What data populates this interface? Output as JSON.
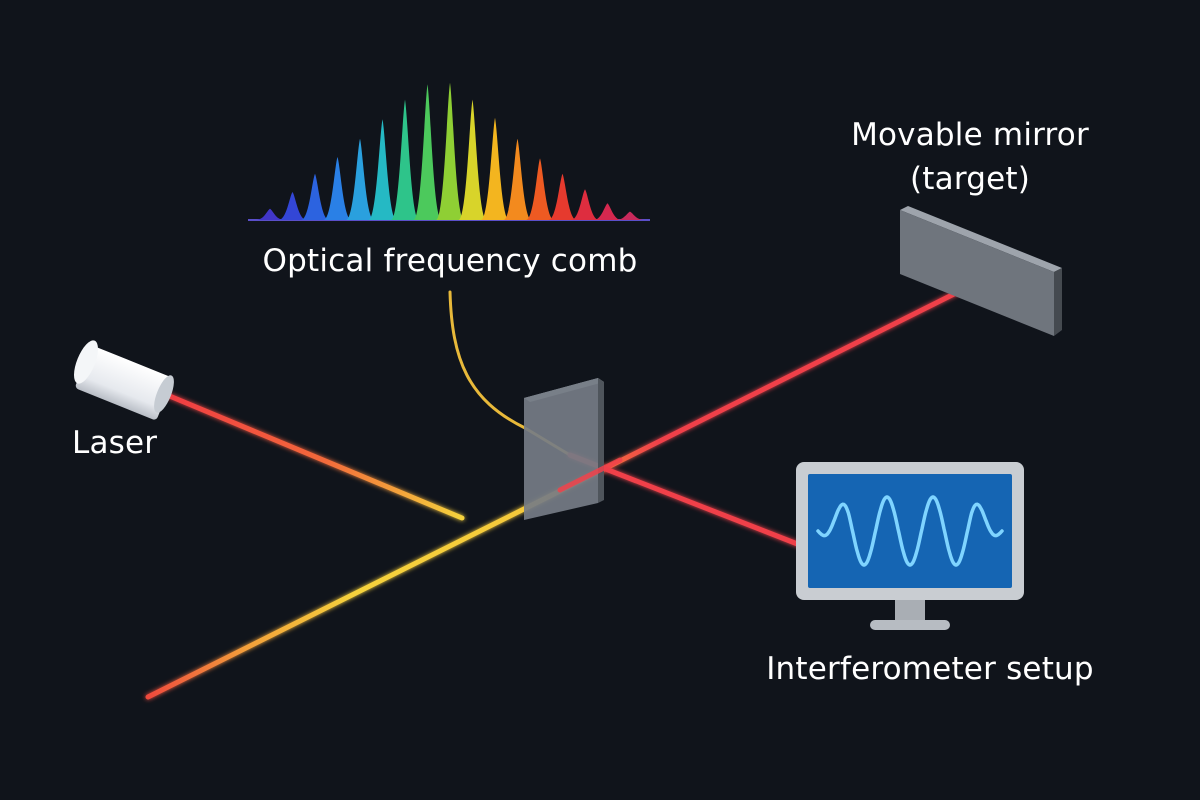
{
  "labels": {
    "comb": "Optical frequency comb",
    "mirror_line1": "Movable mirror",
    "mirror_line2": "(target)",
    "laser": "Laser",
    "interferometer": "Interferometer setup"
  },
  "icons": {
    "comb": "frequency-comb-spectrum",
    "laser": "laser-emitter",
    "beamsplitter": "beam-splitter-plate",
    "mirror": "movable-mirror-block",
    "monitor": "oscilloscope-monitor"
  },
  "colors": {
    "background": "#10141b",
    "beam_red": "#f0414a",
    "beam_yellow": "#f5d23c",
    "fiber": "#e8b93a",
    "panel_gray": "#6f757d",
    "screen_blue": "#1565b3",
    "wave_cyan": "#7fd4ff",
    "text": "#ffffff"
  },
  "comb_colors": [
    "#4136c8",
    "#3346d6",
    "#2c63e0",
    "#2a80e6",
    "#2aa0de",
    "#25b9c4",
    "#2ec48a",
    "#4cc95c",
    "#8fcf34",
    "#d8d42a",
    "#f3b51f",
    "#f38a1e",
    "#ee5a22",
    "#e63a2e",
    "#de2d3f",
    "#d6284f",
    "#c92a5c"
  ],
  "comb_peaks": [
    0.08,
    0.2,
    0.33,
    0.45,
    0.58,
    0.72,
    0.86,
    0.97,
    0.98,
    0.86,
    0.73,
    0.58,
    0.44,
    0.33,
    0.22,
    0.12,
    0.06
  ]
}
